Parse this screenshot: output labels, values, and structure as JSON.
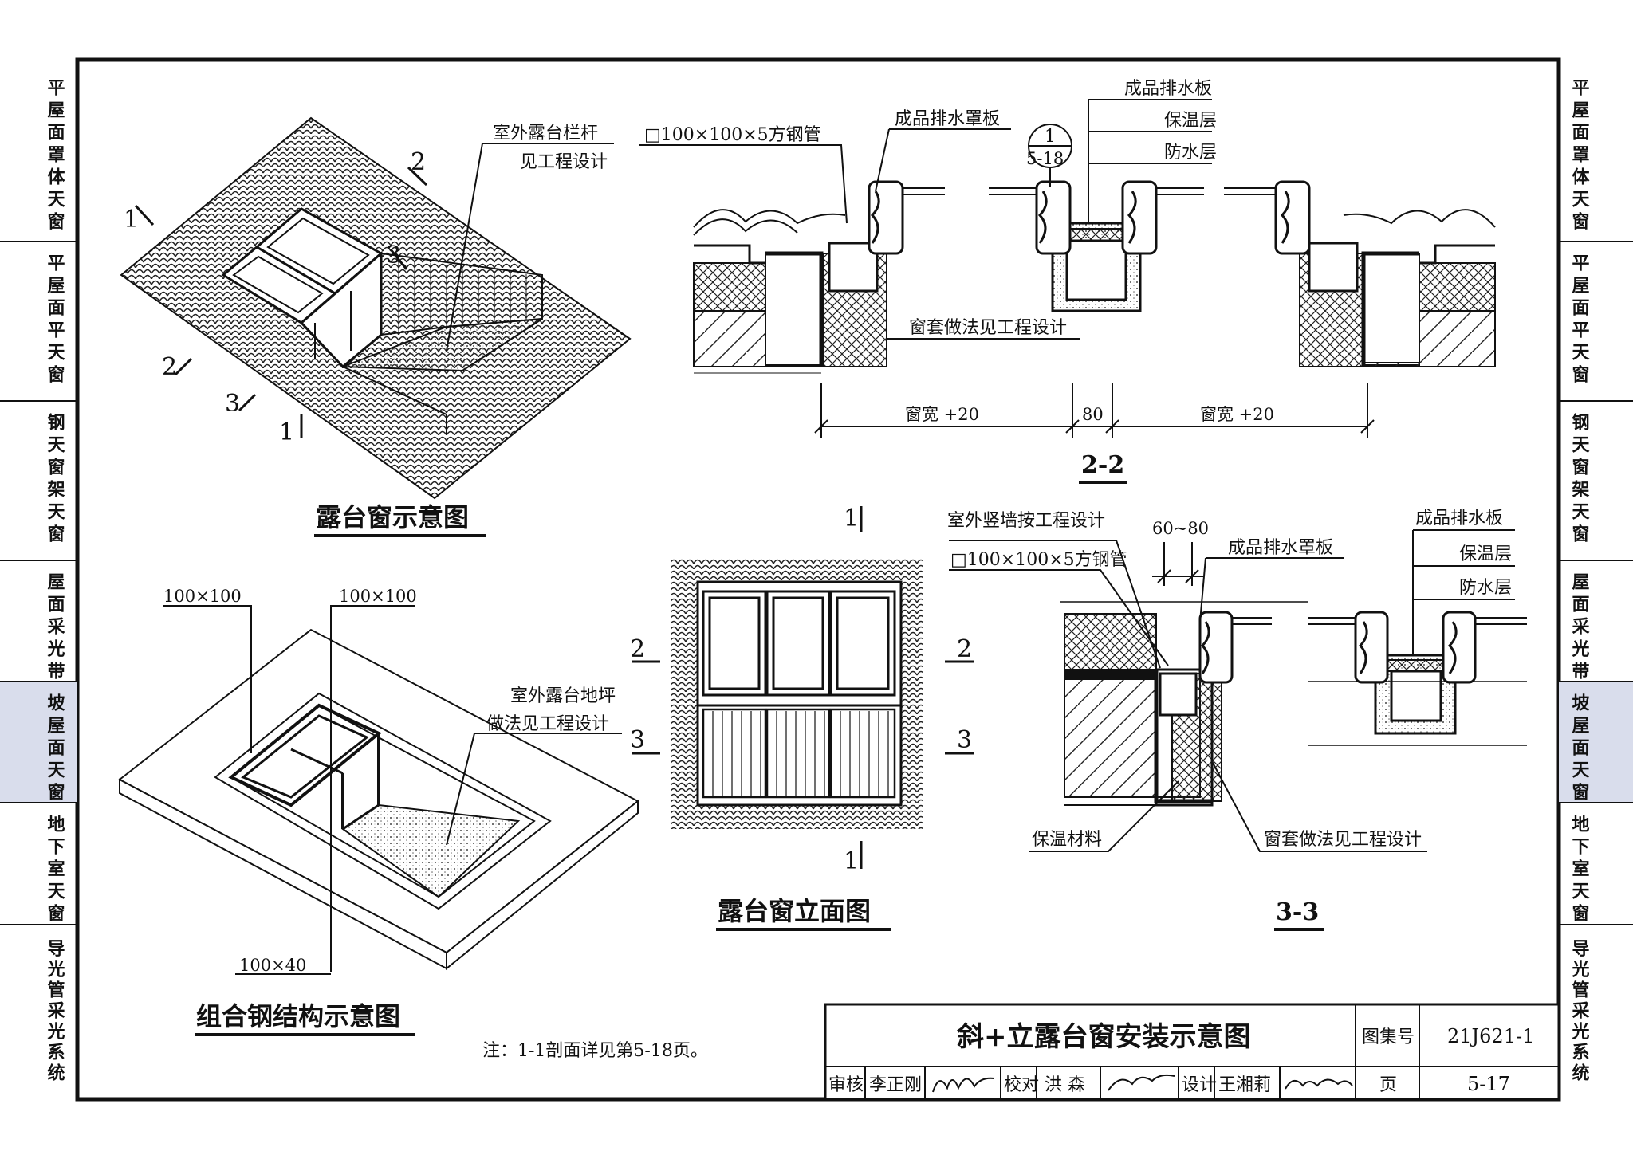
{
  "side_tabs": {
    "left": [
      {
        "label": "平屋面罩体天窗",
        "active": false
      },
      {
        "label": "平屋面平天窗",
        "active": false
      },
      {
        "label": "钢天窗架天窗",
        "active": false
      },
      {
        "label": "屋面采光带",
        "active": false
      },
      {
        "label": "坡屋面天窗",
        "active": true
      },
      {
        "label": "地下室天窗",
        "active": false
      },
      {
        "label": "导光管采光系统",
        "active": false
      }
    ],
    "right": [
      {
        "label": "平屋面罩体天窗",
        "active": false
      },
      {
        "label": "平屋面平天窗",
        "active": false
      },
      {
        "label": "钢天窗架天窗",
        "active": false
      },
      {
        "label": "屋面采光带",
        "active": false
      },
      {
        "label": "坡屋面天窗",
        "active": true
      },
      {
        "label": "地下室天窗",
        "active": false
      },
      {
        "label": "导光管采光系统",
        "active": false
      }
    ],
    "active_color": "#d9ddec"
  },
  "isometric_view": {
    "title": "露台窗示意图",
    "railing_note": [
      "室外露台栏杆",
      "见工程设计"
    ],
    "cut_marks": {
      "c1": "1",
      "c2": "2",
      "c3": "3"
    }
  },
  "steel_structure": {
    "title": "组合钢结构示意图",
    "dim_a": "100×100",
    "dim_b": "100×100",
    "dim_c": "100×40",
    "floor_note": [
      "室外露台地坪",
      "做法见工程设计"
    ]
  },
  "section_2_2": {
    "title": "2-2",
    "steel_tube": "□100×100×5方钢管",
    "cover_board": "成品排水罩板",
    "drain_board": "成品排水板",
    "insulation": "保温层",
    "waterproof": "防水层",
    "detail_ref_num": "1",
    "detail_ref_page": "5-18",
    "frame_note": "窗套做法见工程设计",
    "dim_left": "窗宽 +20",
    "dim_mid": "80",
    "dim_right": "窗宽 +20"
  },
  "elevation": {
    "title": "露台窗立面图",
    "c1": "1",
    "c2": "2",
    "c3": "3"
  },
  "section_3_3": {
    "title": "3-3",
    "wall_note": "室外竖墙按工程设计",
    "steel_tube": "□100×100×5方钢管",
    "gap": "60~80",
    "cover_board": "成品排水罩板",
    "drain_board": "成品排水板",
    "insulation": "保温层",
    "waterproof": "防水层",
    "insulation_material": "保温材料",
    "frame_note": "窗套做法见工程设计"
  },
  "note": "注：1-1剖面详见第5-18页。",
  "title_block": {
    "title": "斜+立露台窗安装示意图",
    "atlas_label": "图集号",
    "atlas_no": "21J621-1",
    "review_label": "审核",
    "reviewer": "李正刚",
    "check_label": "校对",
    "checker": "洪 森",
    "design_label": "设计",
    "designer": "王湘莉",
    "page_label": "页",
    "page_no": "5-17"
  }
}
